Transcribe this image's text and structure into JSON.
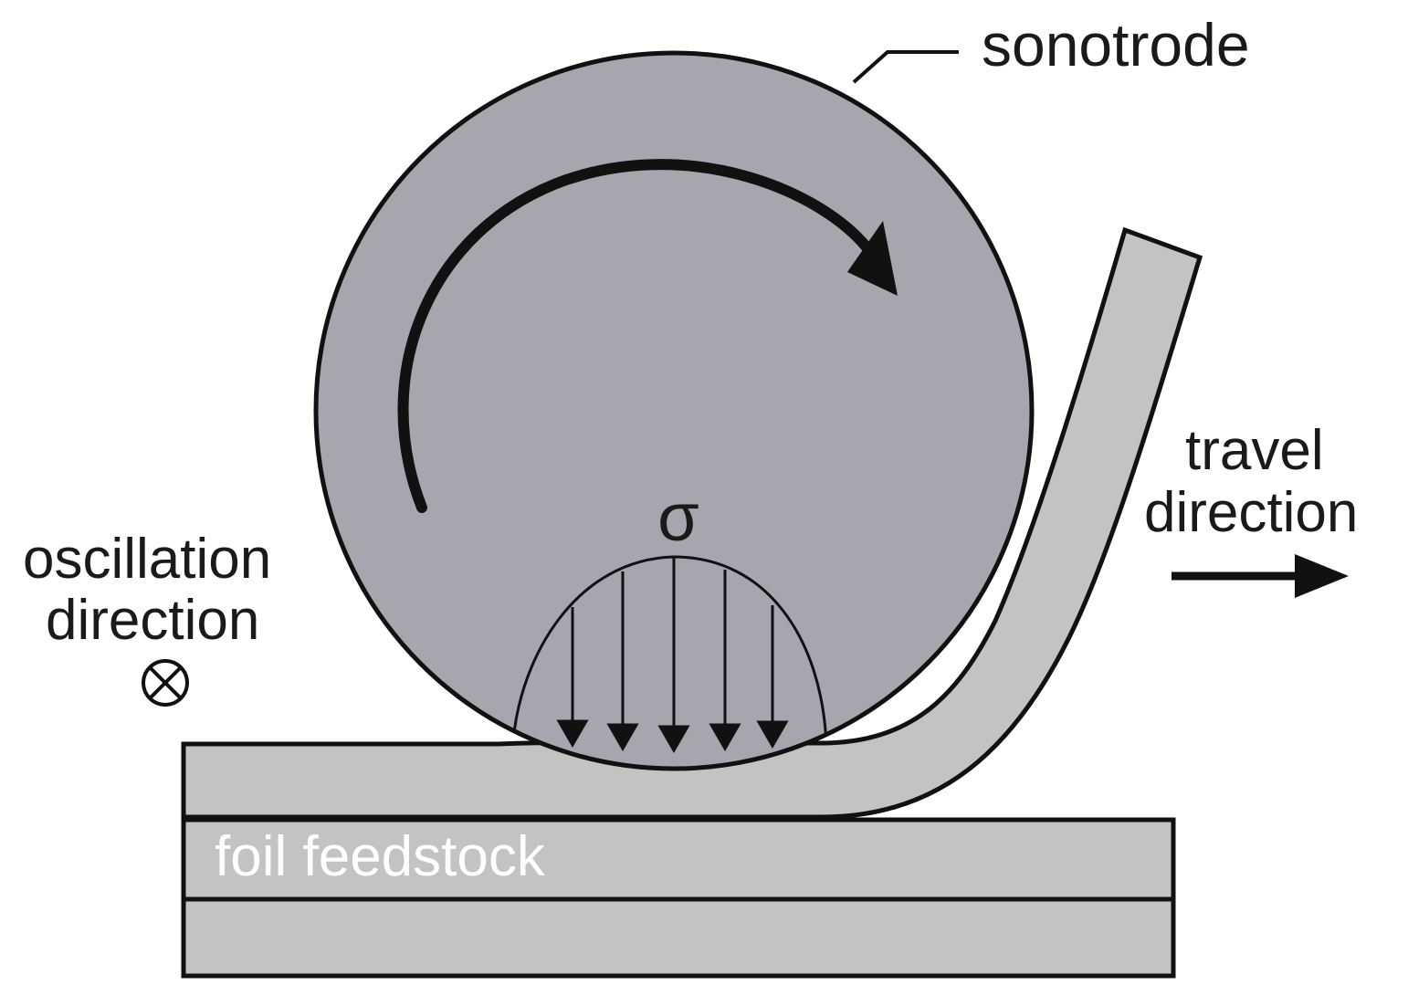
{
  "diagram": {
    "labels": {
      "sonotrode": "sonotrode",
      "travel_line1": "travel",
      "travel_line2": "direction",
      "oscillation_line1": "oscillation",
      "oscillation_line2": "direction",
      "oscillation_symbol": "⊗",
      "stress": "σ",
      "foil": "foil feedstock"
    },
    "colors": {
      "sonotrode_fill": "#a7a5ae",
      "foil_fill": "#c3c3c3",
      "stroke": "#111111",
      "foil_label": "#ffffff"
    },
    "icons": {
      "rotation": "clockwise-arrow-icon",
      "travel": "right-arrow-icon",
      "oscillation": "circled-times-icon"
    }
  }
}
